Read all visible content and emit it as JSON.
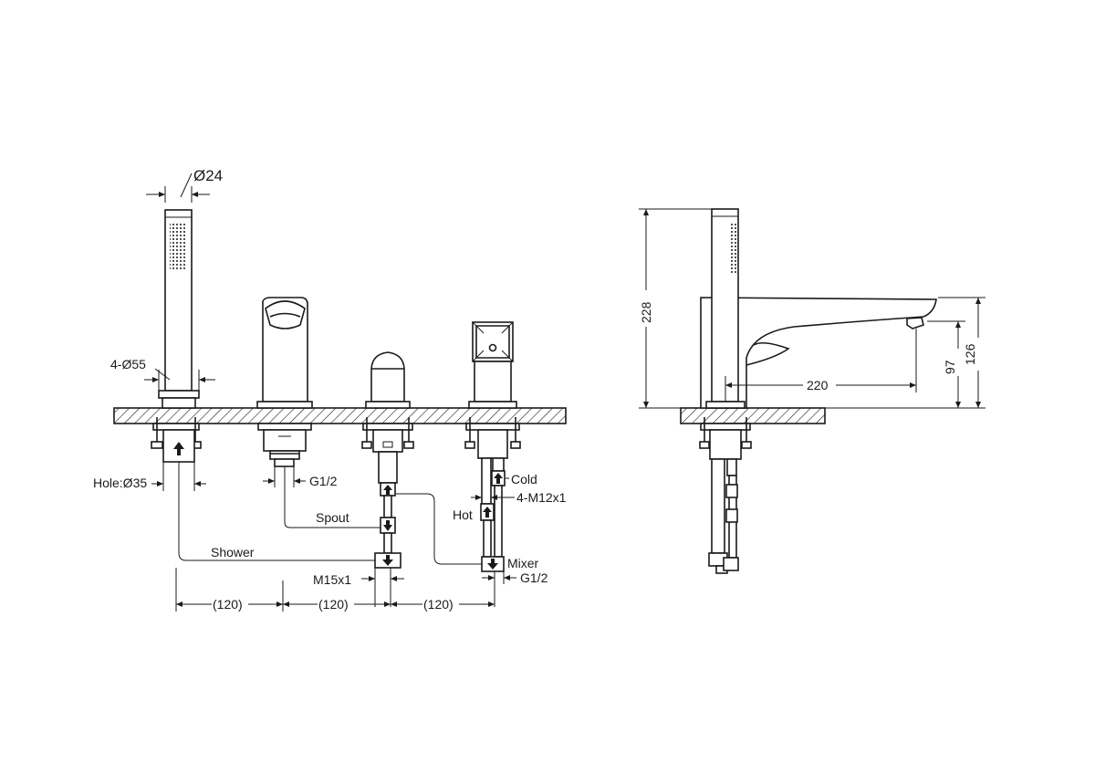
{
  "labels": {
    "hose_diameter": "Ø24",
    "flange_diameter": "4-Ø55",
    "hole_diameter": "Hole:Ø35",
    "spout_thread": "G1/2",
    "spout": "Spout",
    "shower": "Shower",
    "cold": "Cold",
    "hot": "Hot",
    "bolt_thread": "4-M12x1",
    "mixer": "Mixer",
    "mixer_thread": "G1/2",
    "hose_thread": "M15x1",
    "spacing_1": "(120)",
    "spacing_2": "(120)",
    "spacing_3": "(120)",
    "height_total": "228",
    "spout_reach": "220",
    "spout_height_outlet": "97",
    "spout_height_top": "126"
  },
  "colors": {
    "line": "#1a1a1a",
    "deck": "#ffffff",
    "background": "#ffffff"
  },
  "icons": {
    "flow_arrow_up": "arrow-up-icon",
    "flow_arrow_down": "arrow-down-icon"
  }
}
